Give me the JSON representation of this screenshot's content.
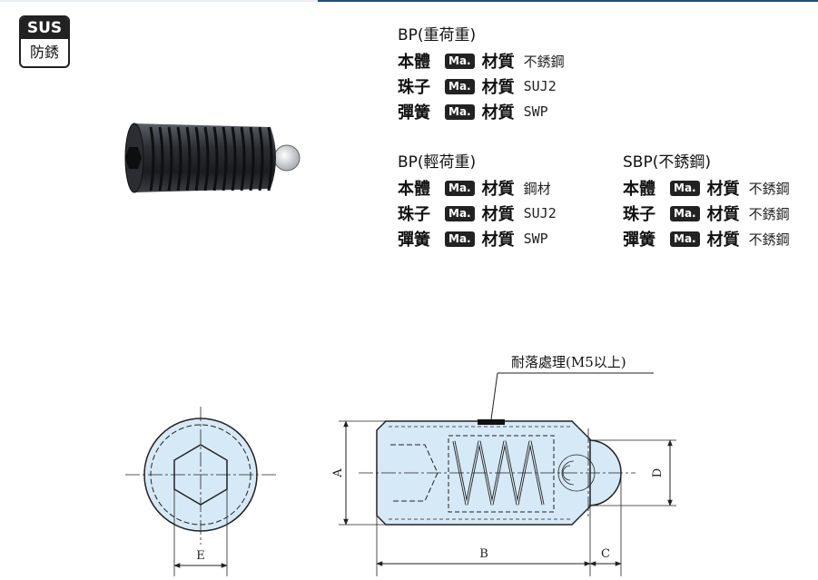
{
  "badge": {
    "top": "SUS",
    "bottom": "防銹"
  },
  "spec_heavy": {
    "title": "BP(重荷重)",
    "rows": [
      {
        "part": "本體",
        "ma": "Ma.",
        "label": "材質",
        "value": "不銹鋼"
      },
      {
        "part": "珠子",
        "ma": "Ma.",
        "label": "材質",
        "value": "SUJ2"
      },
      {
        "part": "彈簧",
        "ma": "Ma.",
        "label": "材質",
        "value": "SWP"
      }
    ]
  },
  "spec_light": {
    "title": "BP(輕荷重)",
    "rows": [
      {
        "part": "本體",
        "ma": "Ma.",
        "label": "材質",
        "value": "鋼材"
      },
      {
        "part": "珠子",
        "ma": "Ma.",
        "label": "材質",
        "value": "SUJ2"
      },
      {
        "part": "彈簧",
        "ma": "Ma.",
        "label": "材質",
        "value": "SWP"
      }
    ]
  },
  "spec_sbp": {
    "title": "SBP(不銹鋼)",
    "rows": [
      {
        "part": "本體",
        "ma": "Ma.",
        "label": "材質",
        "value": "不銹鋼"
      },
      {
        "part": "珠子",
        "ma": "Ma.",
        "label": "材質",
        "value": "不銹鋼"
      },
      {
        "part": "彈簧",
        "ma": "Ma.",
        "label": "材質",
        "value": "不銹鋼"
      }
    ]
  },
  "drawing": {
    "annotation": "耐落處理(M5以上)",
    "dims": {
      "A": "A",
      "B": "B",
      "C": "C",
      "D": "D",
      "E": "E"
    },
    "colors": {
      "fill": "#d6e9f7",
      "line": "#222222"
    }
  }
}
